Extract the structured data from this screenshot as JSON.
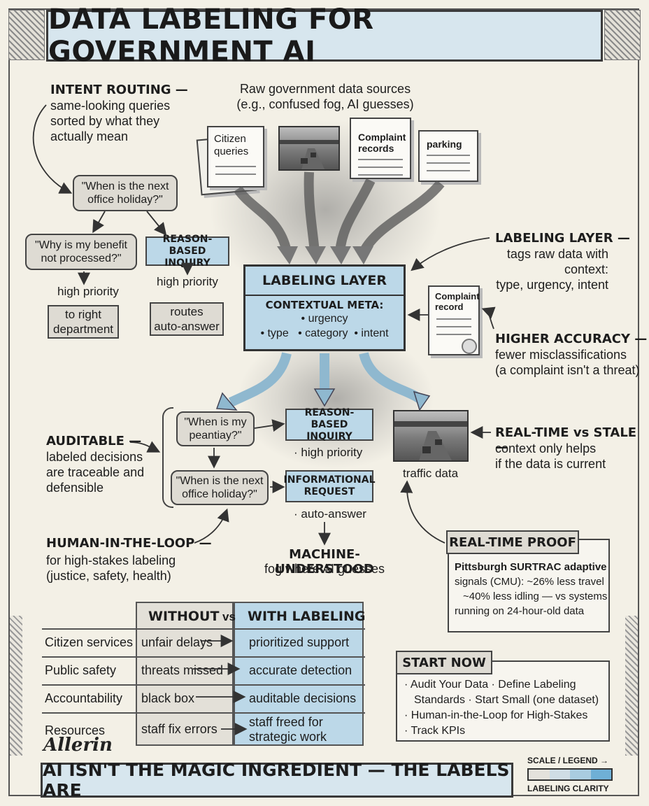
{
  "title": "DATA LABELING FOR GOVERNMENT AI",
  "sources": {
    "caption": "Raw government data sources\n(e.g., confused fog, AI guesses)",
    "doc1": "Citizen\nqueries",
    "doc3": "Complaint\nrecords",
    "doc4": "parking"
  },
  "intent": {
    "heading": "INTENT ROUTING —",
    "desc": "same-looking queries\nsorted by what they\nactually mean",
    "q_holiday": "\"When is the next\noffice holiday?\"",
    "q_benefit": "\"Why is my benefit\nnot processed?\"",
    "reason_box": "REASON-BASED\nINQUIRY",
    "left_priority": "high priority",
    "right_priority": "high priority",
    "left_dest": "to right\ndepartment",
    "right_dest": "routes\nauto-answer"
  },
  "labeling": {
    "box_title": "LABELING LAYER",
    "meta_title": "CONTEXTUAL META:",
    "meta_line1": "• urgency",
    "meta_line2": "• type   • category  • intent",
    "side_heading": "LABELING LAYER —",
    "side_desc": "tags raw data with context:\ntype, urgency, intent",
    "complaint_doc": "Complaint\nrecord",
    "acc_heading": "HIGHER ACCURACY —",
    "acc_desc": "fewer misclassifications\n(a complaint isn't a threat)"
  },
  "lower_flow": {
    "q1": "\"When is my\npeantiay?\"",
    "q2": "\"When is the next\noffice holiday?\"",
    "reason_box": "REASON-BASED\nINQUIRY",
    "reason_note": "· high priority",
    "info_box": "INFORMATIONAL\nREQUEST",
    "info_note": "· auto-answer",
    "mu_heading": "MACHINE-UNDERSTOOD",
    "mu_desc": "fog where AI guesses",
    "traffic": "traffic data"
  },
  "auditable": {
    "heading": "AUDITABLE —",
    "desc": "labeled decisions\nare traceable and\ndefensible"
  },
  "hitl": {
    "heading": "HUMAN-IN-THE-LOOP —",
    "desc": "for high-stakes labeling\n(justice, safety, health)"
  },
  "realtime": {
    "heading": "REAL-TIME vs STALE —",
    "desc": "context only helps\nif the data is current",
    "proof_title": "REAL-TIME PROOF",
    "proof_l1": "Pittsburgh SURTRAC adaptive",
    "proof_l2": "signals (CMU): ~26% less travel",
    "proof_l3": "~40% less idling — vs systems",
    "proof_l4": "running on 24-hour-old data"
  },
  "comparison": {
    "head_without": "WITHOUT",
    "head_vs": "vs",
    "head_with": "WITH LABELING",
    "rows": [
      {
        "label": "Citizen services",
        "without": "unfair delays",
        "with": "prioritized support"
      },
      {
        "label": "Public safety",
        "without": "threats missed",
        "with": "accurate detection"
      },
      {
        "label": "Accountability",
        "without": "black box",
        "with": "auditable decisions"
      },
      {
        "label": "Resources",
        "without": "staff fix errors",
        "with": "staff freed for\nstrategic work"
      }
    ]
  },
  "start": {
    "title": "START NOW",
    "l1": "· Audit Your Data · Define Labeling",
    "l2": "Standards · Start Small (one dataset)",
    "l3": "· Human-in-the-Loop for High-Stakes",
    "l4": "· Track KPIs"
  },
  "logo": "Allerin",
  "bottom": "AI ISN'T THE MAGIC INGREDIENT — THE LABELS ARE",
  "legend": {
    "title": "SCALE / LEGEND →",
    "caption": "LABELING CLARITY",
    "colors": [
      "#e4e2dc",
      "#cfdde5",
      "#a9cce0",
      "#6fb0d6"
    ]
  }
}
